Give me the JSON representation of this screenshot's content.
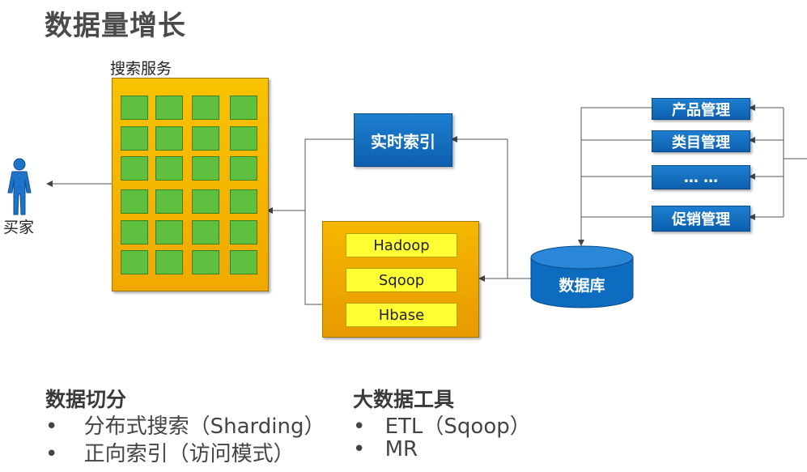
{
  "title": "数据量增长",
  "search_service": {
    "label": "搜索服务"
  },
  "buyer": {
    "label": "买家"
  },
  "realtime_index": {
    "label": "实时索引"
  },
  "big_data_tools": [
    "Hadoop",
    "Sqoop",
    "Hbase"
  ],
  "database": {
    "label": "数据库"
  },
  "management": [
    "产品管理",
    "类目管理",
    "…  …",
    "促销管理"
  ],
  "bottom_left": {
    "heading": "数据切分",
    "bullets": [
      "分布式搜索（Sharding）",
      "正向索引（访问模式）"
    ]
  },
  "bottom_right": {
    "heading": "大数据工具",
    "bullets": [
      "ETL（Sqoop）",
      "MR"
    ]
  },
  "bullet_char": "•",
  "colors": {
    "orange": "#f4b400",
    "green": "#5fbf3f",
    "blue": "#0e6cc0",
    "yellow": "#ffff33"
  }
}
